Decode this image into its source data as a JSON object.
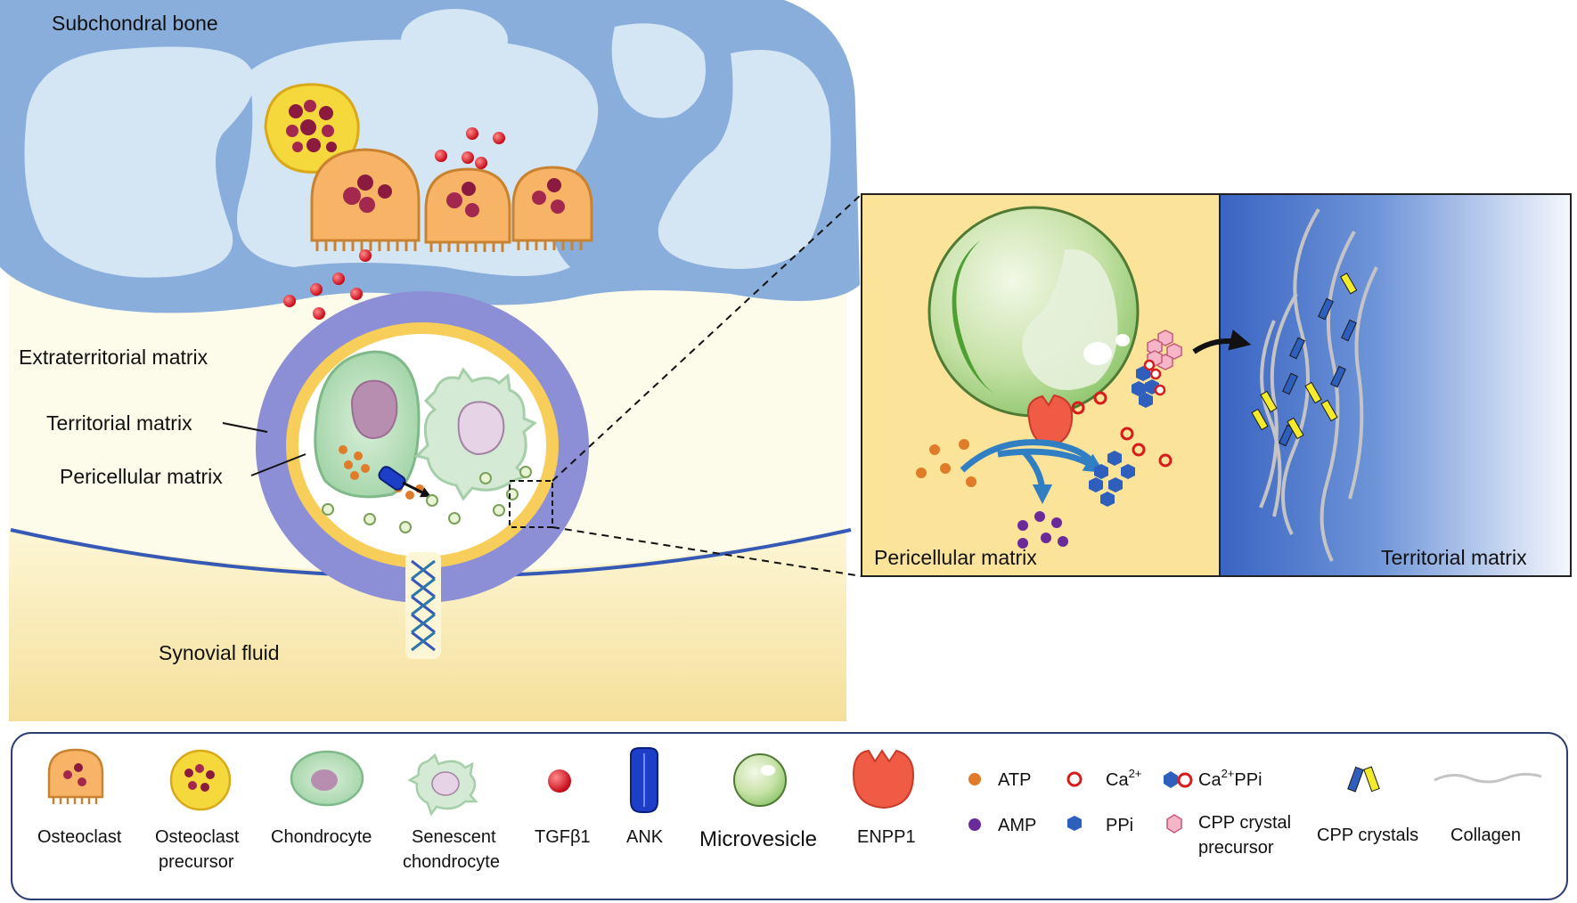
{
  "main": {
    "bone_label": "Subchondral bone",
    "extraterritorial_label": "Extraterritorial matrix",
    "territorial_label": "Territorial matrix",
    "pericellular_label": "Pericellular matrix",
    "synovial_label": "Synovial fluid"
  },
  "inset": {
    "pericellular_label": "Pericellular matrix",
    "territorial_label": "Territorial matrix"
  },
  "legend": {
    "osteoclast": "Osteoclast",
    "osteoclast_precursor_1": "Osteoclast",
    "osteoclast_precursor_2": "precursor",
    "chondrocyte": "Chondrocyte",
    "senescent_1": "Senescent",
    "senescent_2": "chondrocyte",
    "tgfb1": "TGFβ1",
    "ank": "ANK",
    "microvesicle": "Microvesicle",
    "enpp1": "ENPP1",
    "atp": "ATP",
    "amp": "AMP",
    "ca": "Ca",
    "ca_sup": "2+",
    "ppi": "PPi",
    "ca_ppi_a": "Ca",
    "ca_ppi_sup": "2+",
    "ca_ppi_b": "PPi",
    "cpp_precursor_1": "CPP crystal",
    "cpp_precursor_2": "precursor",
    "cpp_crystals": "CPP crystals",
    "collagen": "Collagen"
  },
  "colors": {
    "bone_blue": "#8aaedb",
    "bone_cavity": "#d4e5f4",
    "matrix_cream": "#fdfbea",
    "synovial_yellow": "#f6e6a6",
    "territorial_purple": "#8c8fd6",
    "pericellular_yellow": "#f7ce5a",
    "osteoclast_orange": "#f7b466",
    "tgfb1_red": "#e0141c",
    "atp_orange": "#e07b29",
    "amp_purple": "#6b2a9a",
    "ppi_blue": "#2f5fbd",
    "enpp1_red": "#ef5b45",
    "crystal_yellow": "#f4ec2a",
    "collagen_grey": "#c4c4c4"
  },
  "icons": [
    "osteoclast-icon",
    "osteoclast-precursor-icon",
    "chondrocyte-icon",
    "senescent-chondrocyte-icon",
    "tgfb1-icon",
    "ank-icon",
    "microvesicle-icon",
    "enpp1-icon",
    "atp-icon",
    "amp-icon",
    "calcium-icon",
    "ppi-icon",
    "ca-ppi-icon",
    "cpp-crystal-precursor-icon",
    "cpp-crystals-icon",
    "collagen-icon"
  ]
}
